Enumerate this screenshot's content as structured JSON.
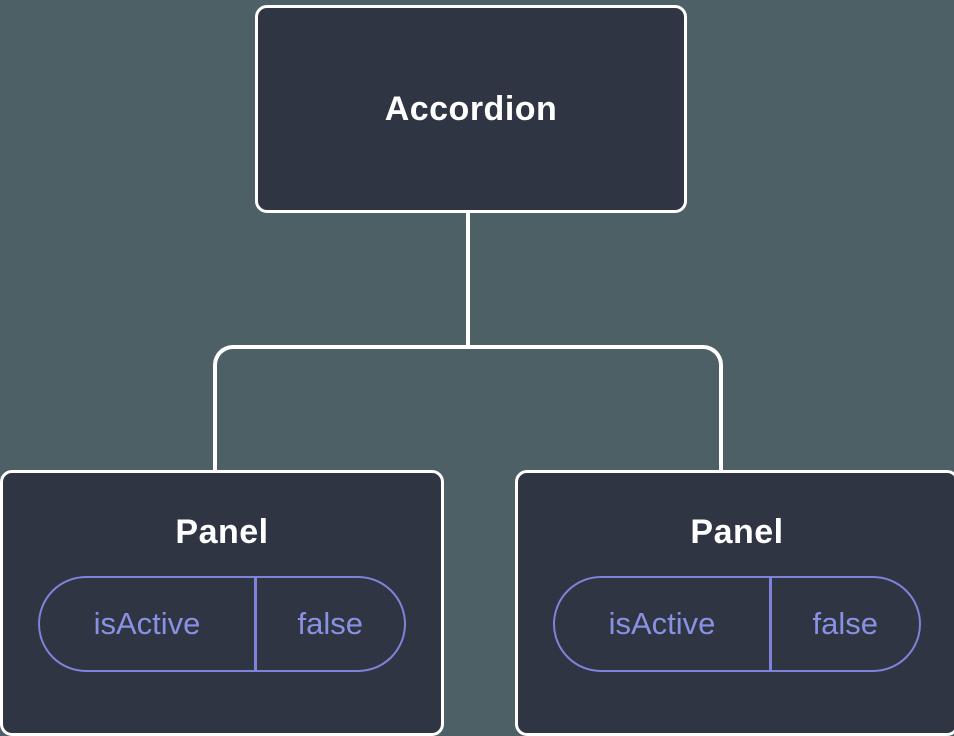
{
  "diagram": {
    "root": {
      "label": "Accordion"
    },
    "panels": [
      {
        "label": "Panel",
        "prop": {
          "name": "isActive",
          "value": "false"
        }
      },
      {
        "label": "Panel",
        "prop": {
          "name": "isActive",
          "value": "false"
        }
      }
    ],
    "colors": {
      "background": "#4d6066",
      "node_fill": "#2f3543",
      "node_border": "#ffffff",
      "node_text": "#ffffff",
      "prop_border": "#7e83d9",
      "prop_text": "#8a90e2",
      "connector": "#ffffff"
    }
  }
}
